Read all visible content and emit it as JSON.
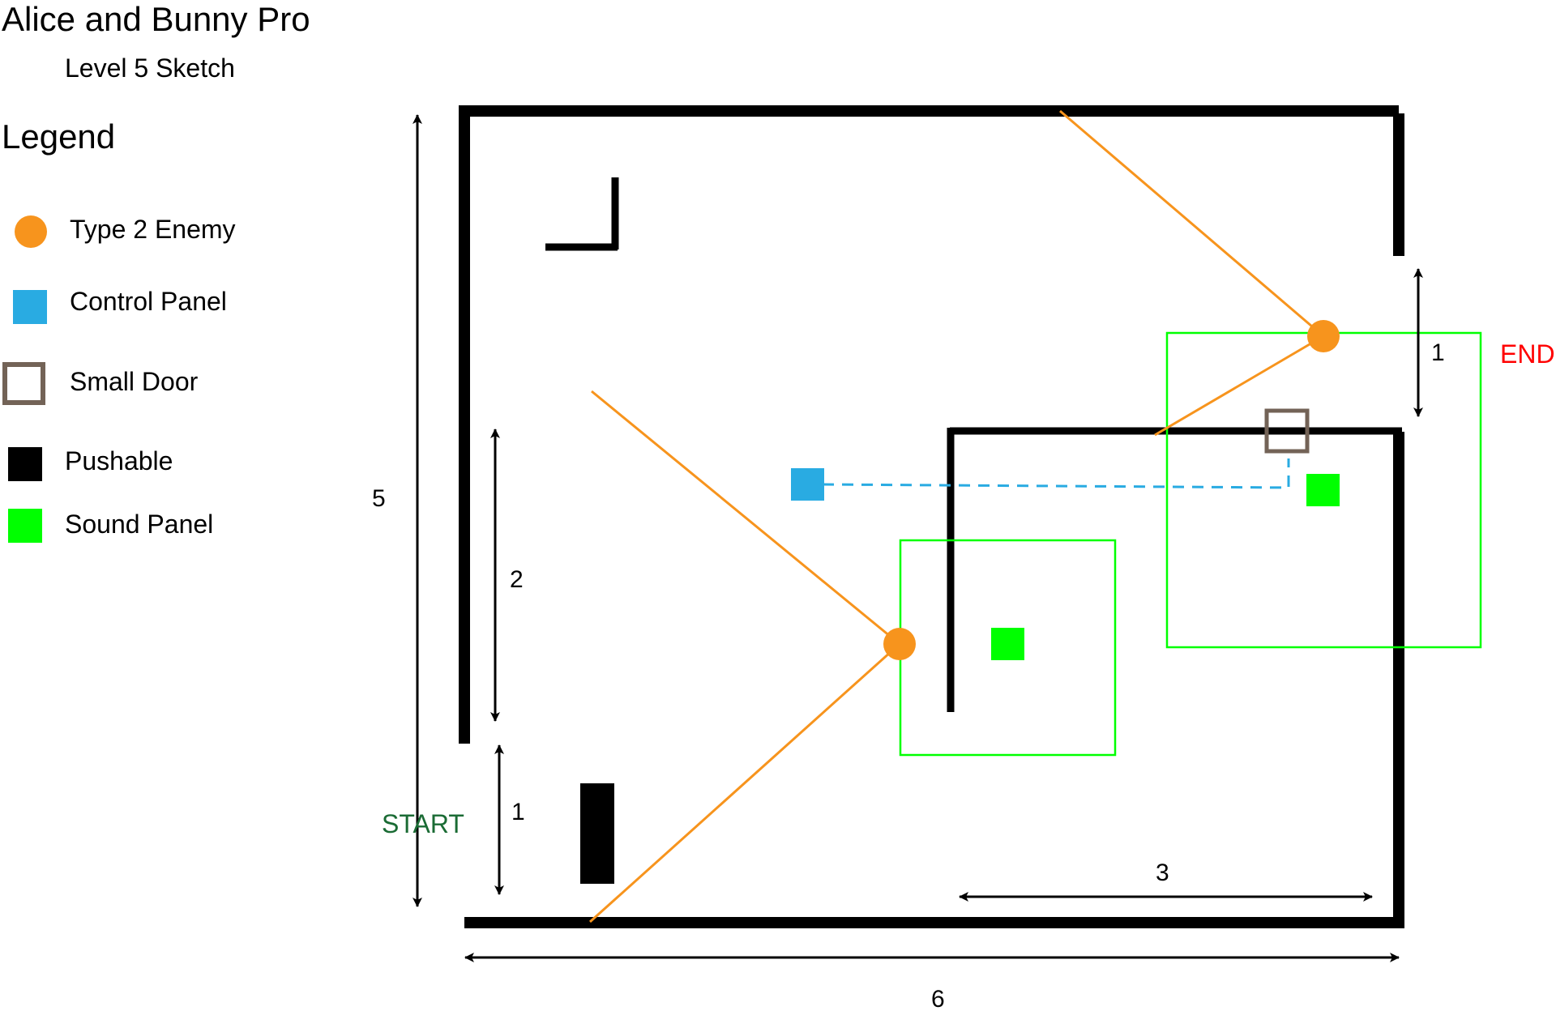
{
  "header": {
    "title": "Alice and Bunny Pro",
    "subtitle": "Level 5 Sketch"
  },
  "legend": {
    "heading": "Legend",
    "items": [
      {
        "label": "Type 2 Enemy",
        "icon": "enemy-circle-icon",
        "color": "#F7941D"
      },
      {
        "label": "Control Panel",
        "icon": "control-panel-icon",
        "color": "#29ABE2"
      },
      {
        "label": "Small Door",
        "icon": "small-door-icon",
        "color": "#736357"
      },
      {
        "label": "Pushable",
        "icon": "pushable-block-icon",
        "color": "#000000"
      },
      {
        "label": "Sound Panel",
        "icon": "sound-panel-icon",
        "color": "#00FF00"
      }
    ]
  },
  "map": {
    "start_label": "START",
    "end_label": "END",
    "start_color": "#1A6B34",
    "end_color": "#FF0000",
    "wall_color": "#000000",
    "sight_line_color": "#F7941D",
    "sound_range_color": "#00FF00",
    "link_color": "#29ABE2",
    "dimensions": {
      "height_total": "5",
      "width_total": "6",
      "left_gap_upper": "2",
      "left_gap_lower": "1",
      "right_gap": "1",
      "bottom_inner": "3"
    }
  }
}
